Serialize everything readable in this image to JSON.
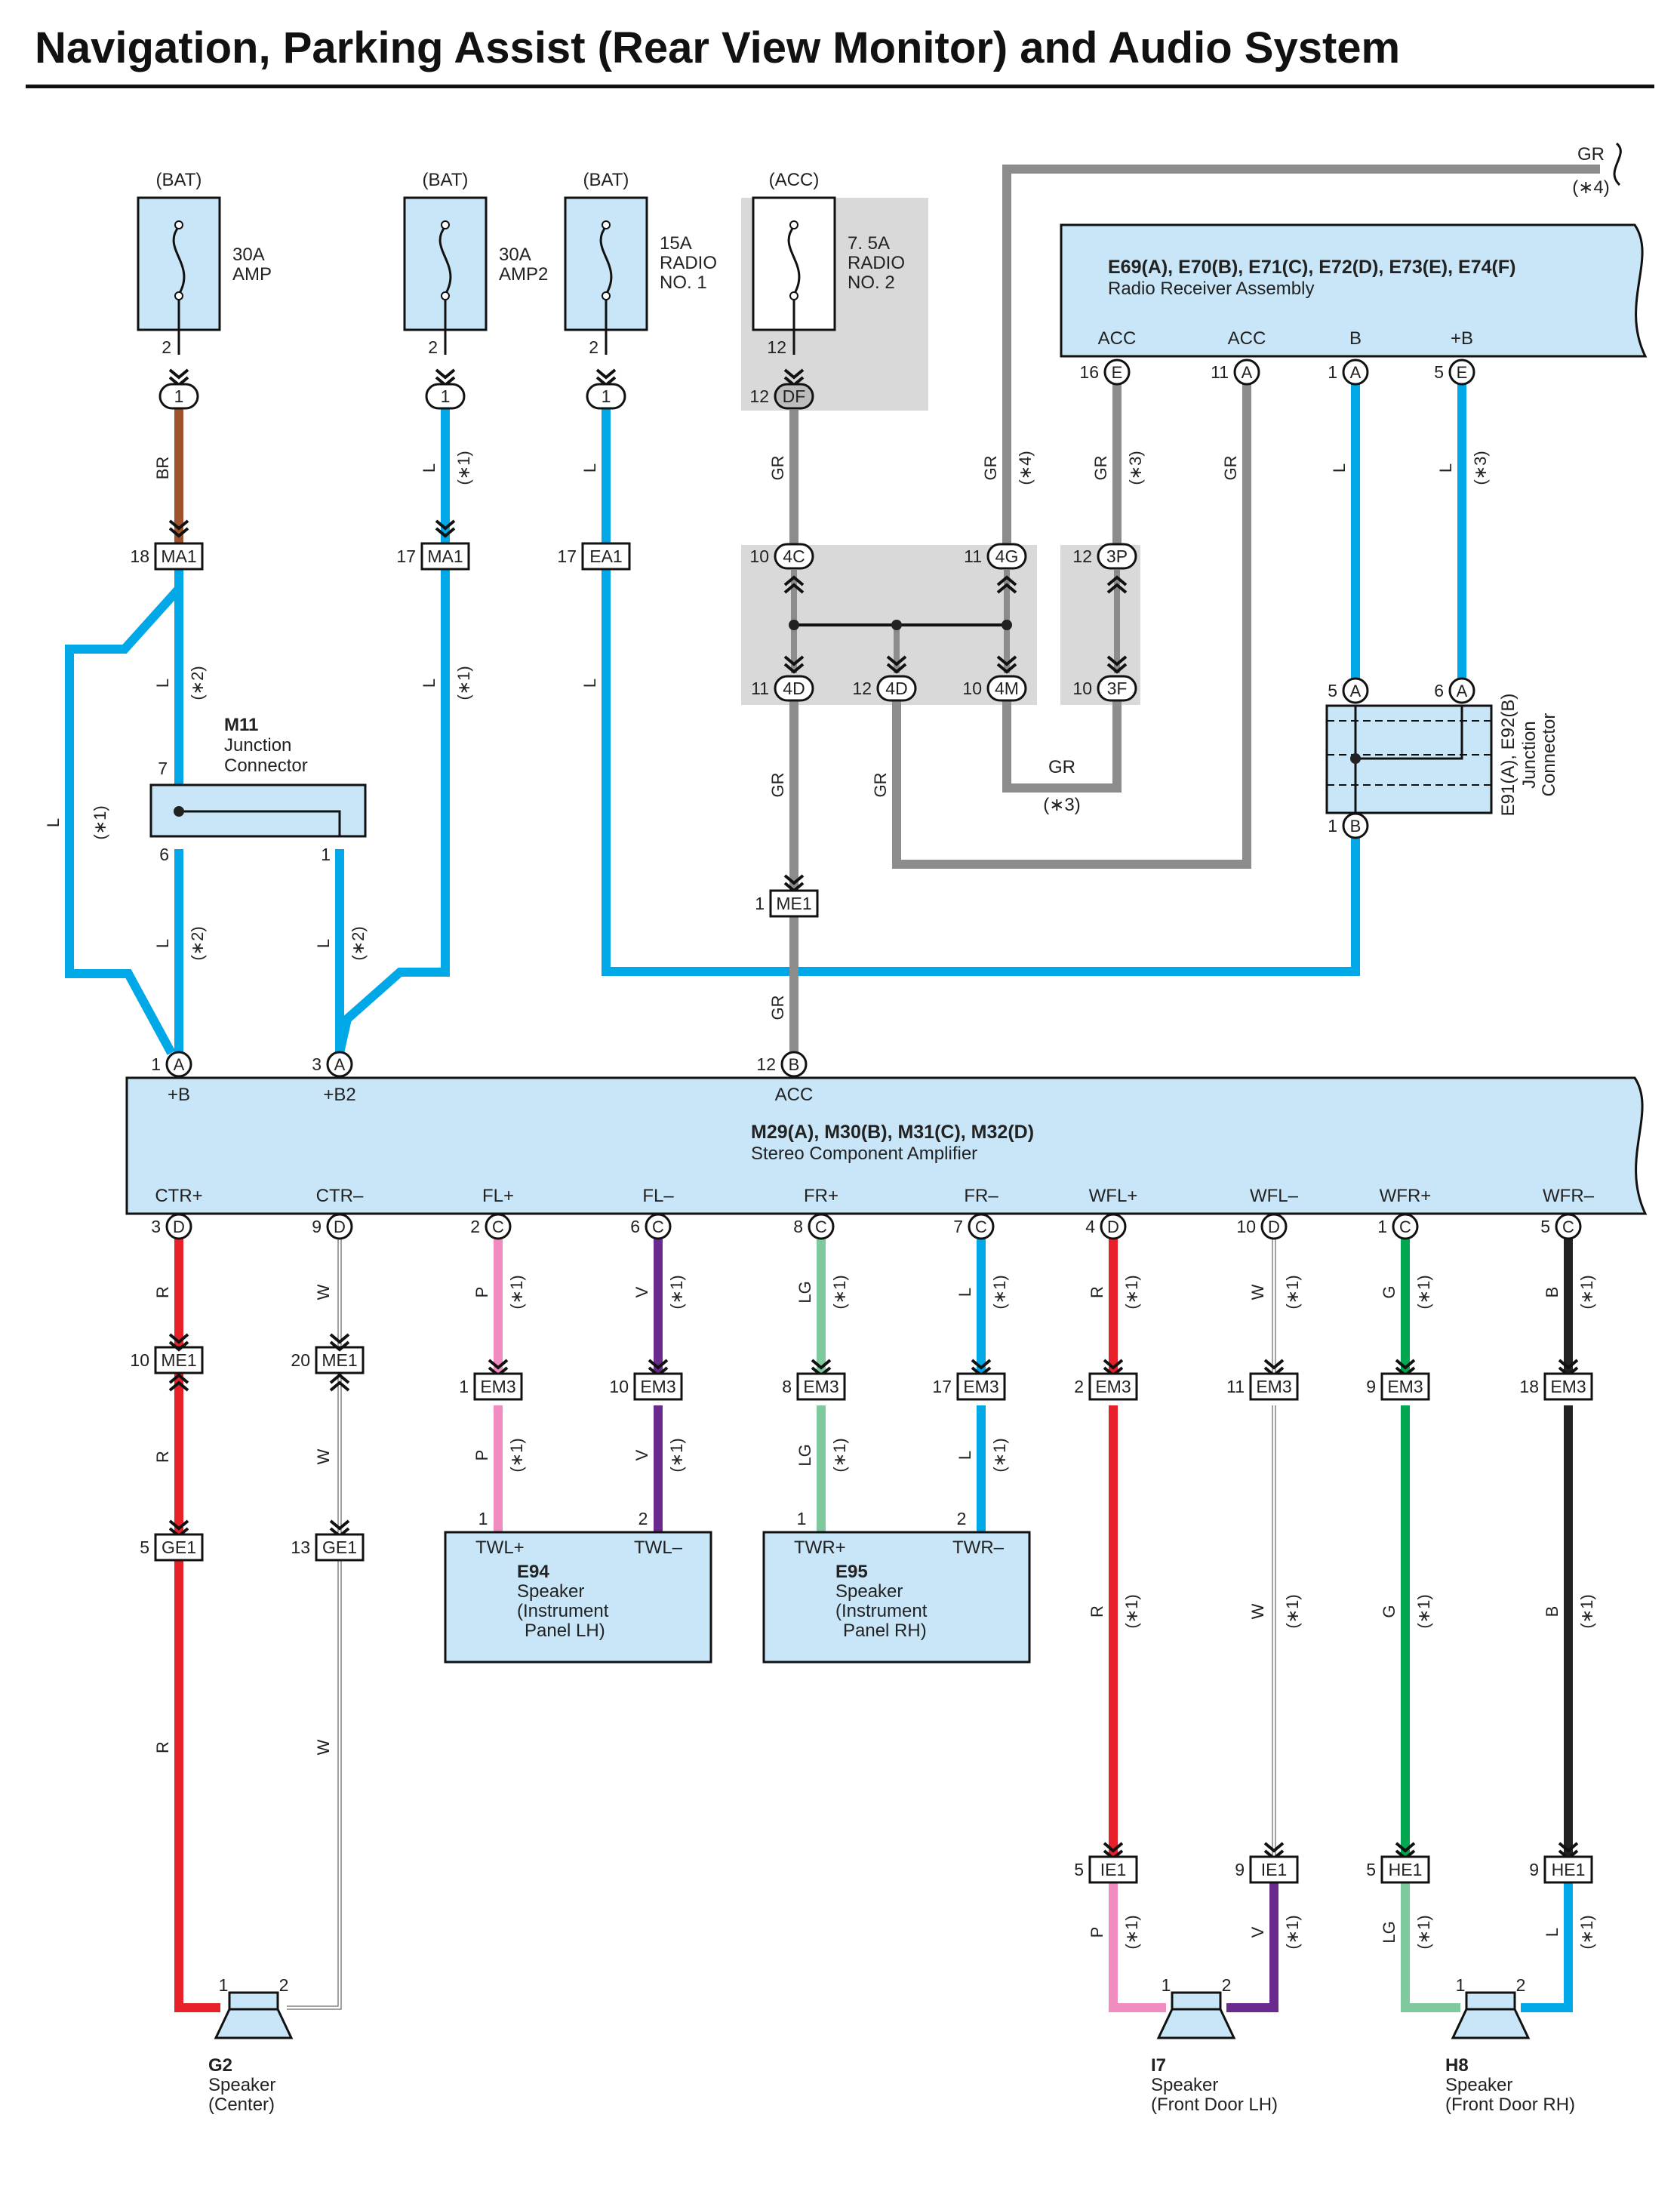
{
  "title": "Navigation, Parking Assist (Rear View Monitor) and Audio System",
  "colors": {
    "L": "#00a8e8",
    "BR": "#a0522d",
    "GR": "#8c8c8c",
    "R": "#e8202a",
    "W": "#ffffff",
    "P": "#f08cc0",
    "V": "#6a2a8e",
    "LG": "#7fc99e",
    "G": "#00a650",
    "B": "#222222",
    "component_fill": "#c8e6f8",
    "shade": "#d9d9d9"
  },
  "fuses": [
    {
      "source": "(BAT)",
      "rating": "30A",
      "name_lines": [
        "AMP"
      ],
      "pin": "2",
      "conn_pin": "1"
    },
    {
      "source": "(BAT)",
      "rating": "30A",
      "name_lines": [
        "AMP2"
      ],
      "pin": "2",
      "conn_pin": "1"
    },
    {
      "source": "(BAT)",
      "rating": "15A",
      "name_lines": [
        "RADIO",
        "NO. 1"
      ],
      "pin": "2",
      "conn_pin": "1"
    },
    {
      "source": "(ACC)",
      "rating": "7. 5A",
      "name_lines": [
        "RADIO",
        "NO. 2"
      ],
      "pin": "12",
      "conn_pin": "DF"
    }
  ],
  "radio": {
    "title": "E69(A), E70(B), E71(C), E72(D), E73(E), E74(F)",
    "subtitle": "Radio Receiver Assembly",
    "pins": [
      {
        "label": "ACC",
        "num": "16",
        "conn": "E"
      },
      {
        "label": "ACC",
        "num": "11",
        "conn": "A"
      },
      {
        "label": "B",
        "num": "1",
        "conn": "A"
      },
      {
        "label": "+B",
        "num": "5",
        "conn": "E"
      }
    ]
  },
  "amplifier": {
    "title": "M29(A), M30(B), M31(C), M32(D)",
    "subtitle": "Stereo Component Amplifier",
    "top_pins": [
      {
        "label": "+B",
        "num": "1",
        "conn": "A"
      },
      {
        "label": "+B2",
        "num": "3",
        "conn": "A"
      },
      {
        "label": "ACC",
        "num": "12",
        "conn": "B"
      }
    ],
    "bottom_pins": [
      {
        "label": "CTR+",
        "num": "3",
        "conn": "D"
      },
      {
        "label": "CTR–",
        "num": "9",
        "conn": "D"
      },
      {
        "label": "FL+",
        "num": "2",
        "conn": "C"
      },
      {
        "label": "FL–",
        "num": "6",
        "conn": "C"
      },
      {
        "label": "FR+",
        "num": "8",
        "conn": "C"
      },
      {
        "label": "FR–",
        "num": "7",
        "conn": "C"
      },
      {
        "label": "WFL+",
        "num": "4",
        "conn": "D"
      },
      {
        "label": "WFL–",
        "num": "10",
        "conn": "D"
      },
      {
        "label": "WFR+",
        "num": "1",
        "conn": "C"
      },
      {
        "label": "WFR–",
        "num": "5",
        "conn": "C"
      }
    ]
  },
  "junction_m11": {
    "name": "M11",
    "lines": [
      "Junction",
      "Connector"
    ],
    "pin_in": "7",
    "pin_a": "6",
    "pin_b": "1"
  },
  "junction_e91": {
    "name": "E91(A), E92(B)",
    "lines": [
      "Junction",
      "Connector"
    ],
    "pin_a": "5",
    "pin_b": "6",
    "pin_out": "1",
    "conn_a": "A",
    "conn_b": "A",
    "conn_out": "B"
  },
  "connectors": {
    "ma1": "MA1",
    "ea1": "EA1",
    "me1": "ME1",
    "em3": "EM3",
    "ge1": "GE1",
    "ie1": "IE1",
    "he1": "HE1",
    "c4c": "4C",
    "c4g": "4G",
    "c3p": "3P",
    "c4d": "4D",
    "c4m": "4M",
    "c3f": "3F",
    "pins": {
      "ma1_a": "18",
      "ma1_b": "17",
      "ea1": "17",
      "c4c": "10",
      "c4g": "11",
      "c3p": "12",
      "c4d_a": "11",
      "c4d_b": "12",
      "c4m": "10",
      "c3f": "10",
      "me1_acc": "1",
      "me1_ctrp": "10",
      "me1_ctrm": "20",
      "ge1_ctrp": "5",
      "ge1_ctrm": "13",
      "em3": [
        "1",
        "10",
        "8",
        "17",
        "2",
        "11",
        "9",
        "18"
      ],
      "ie1_p": "5",
      "ie1_m": "9",
      "he1_p": "5",
      "he1_m": "9"
    }
  },
  "wire_labels": {
    "BR": "BR",
    "L": "L",
    "GR": "GR",
    "R": "R",
    "W": "W",
    "P": "P",
    "V": "V",
    "LG": "LG",
    "G": "G",
    "B": "B",
    "n1": "(∗1)",
    "n2": "(∗2)",
    "n3": "(∗3)",
    "n4": "(∗4)"
  },
  "speakers_mid": [
    {
      "name": "E94",
      "lines": [
        "Speaker",
        "(Instrument",
        "Panel LH)"
      ],
      "pin_plus_label": "TWL+",
      "pin_minus_label": "TWL–",
      "p1": "1",
      "p2": "2"
    },
    {
      "name": "E95",
      "lines": [
        "Speaker",
        "(Instrument",
        "Panel RH)"
      ],
      "pin_plus_label": "TWR+",
      "pin_minus_label": "TWR–",
      "p1": "1",
      "p2": "2"
    }
  ],
  "speakers_bottom": [
    {
      "name": "G2",
      "lines": [
        "Speaker",
        "(Center)"
      ],
      "p1": "1",
      "p2": "2"
    },
    {
      "name": "I7",
      "lines": [
        "Speaker",
        "(Front Door LH)"
      ],
      "p1": "1",
      "p2": "2"
    },
    {
      "name": "H8",
      "lines": [
        "Speaker",
        "(Front Door RH)"
      ],
      "p1": "1",
      "p2": "2"
    }
  ]
}
